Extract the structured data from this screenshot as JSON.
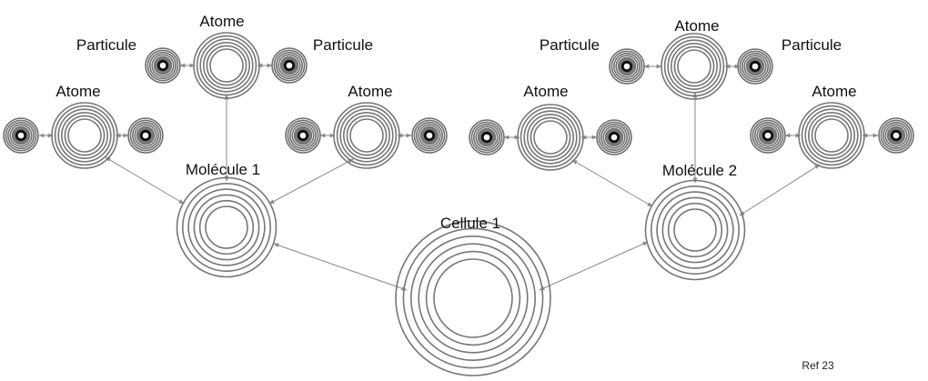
{
  "diagram": {
    "title": "",
    "cell": {
      "label": "Cellule 1"
    },
    "molecules": [
      {
        "label": "Molécule 1",
        "atoms": [
          {
            "label": "Atome",
            "particles": [
              {
                "label": ""
              },
              {
                "label": ""
              }
            ]
          },
          {
            "label": "Atome",
            "particles": [
              {
                "label": "Particule"
              },
              {
                "label": "Particule"
              }
            ]
          },
          {
            "label": "Atome",
            "particles": [
              {
                "label": ""
              },
              {
                "label": ""
              }
            ]
          }
        ]
      },
      {
        "label": "Molécule 2",
        "atoms": [
          {
            "label": "Atome",
            "particles": [
              {
                "label": ""
              },
              {
                "label": ""
              }
            ]
          },
          {
            "label": "Atome",
            "particles": [
              {
                "label": "Particule"
              },
              {
                "label": "Particule"
              }
            ]
          },
          {
            "label": "Atome",
            "particles": [
              {
                "label": ""
              },
              {
                "label": ""
              }
            ]
          }
        ]
      }
    ],
    "reference": "Ref 23"
  },
  "colors": {
    "ring": "#777777",
    "particle_core": "#111111",
    "link": "#8a8a8a"
  }
}
